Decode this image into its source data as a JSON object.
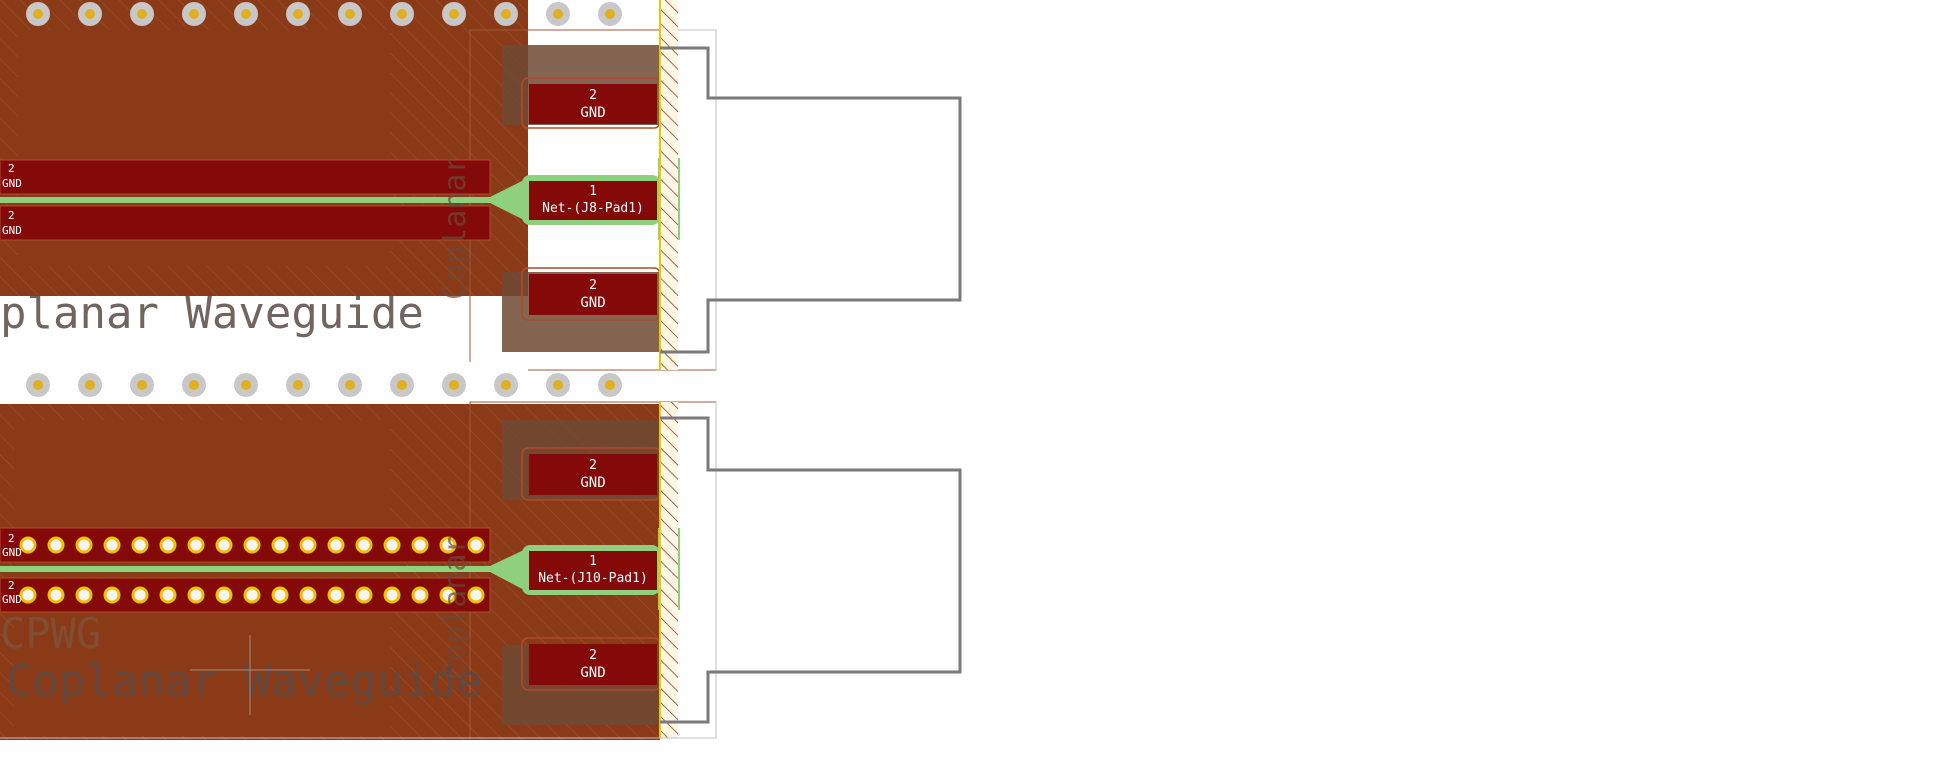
{
  "canvas": {
    "background": "#ffffff",
    "colors": {
      "copper_fill": "#8b3a17",
      "pad_red": "#840a0a",
      "pad_outline": "#b04a2a",
      "courtyard": "#6e3a20",
      "net_highlight": "#8fd07f",
      "via_ring": "#c8c8c8",
      "via_hole": "#e0b020",
      "via_plated": "#f0c000",
      "edge_cuts": "#e8c800",
      "outline_gray": "#7a7a7a",
      "silk_text": "#5a5a5a",
      "hatch": "#b06a4a"
    }
  },
  "footprints": [
    {
      "id": "J8",
      "net_label": "Net-(J8-Pad1)",
      "signal_pad": {
        "number": "1",
        "net": "Net-(J8-Pad1)"
      },
      "gnd_pads": [
        {
          "number": "2",
          "net": "GND"
        },
        {
          "number": "2",
          "net": "GND"
        }
      ],
      "left_pads": [
        {
          "number": "2",
          "net": "GND"
        },
        {
          "number": "2",
          "net": "GND"
        }
      ],
      "silkscreen_text": "planar Waveguide",
      "rotated_text": "Coplanar"
    },
    {
      "id": "J10",
      "net_label": "Net-(J10-Pad1)",
      "signal_pad": {
        "number": "1",
        "net": "Net-(J10-Pad1)"
      },
      "gnd_pads": [
        {
          "number": "2",
          "net": "GND"
        },
        {
          "number": "2",
          "net": "GND"
        }
      ],
      "left_pads": [
        {
          "number": "2",
          "net": "GND"
        },
        {
          "number": "2",
          "net": "GND"
        }
      ],
      "silkscreen_text": "Coplanar Waveguide",
      "silkscreen_text_2": "CPWG",
      "rotated_text": "Coplanar"
    }
  ]
}
